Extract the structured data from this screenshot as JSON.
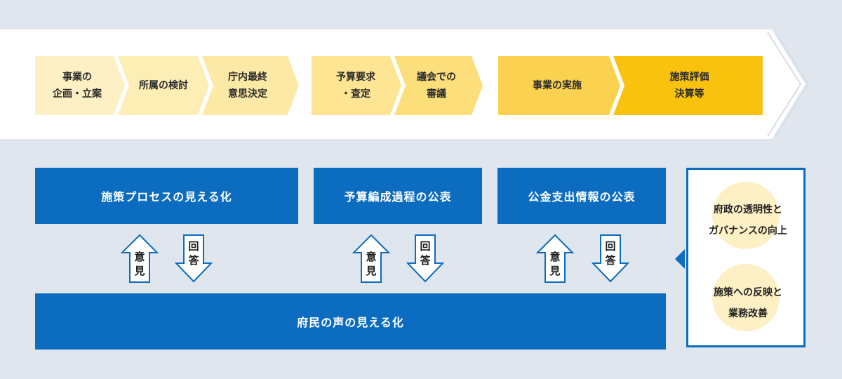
{
  "process_steps": [
    {
      "label": "事業の\n企画・立案",
      "color": "#fdf0c4"
    },
    {
      "label": "所属の検討",
      "color": "#fdeeb6"
    },
    {
      "label": "庁内最終\n意思決定",
      "color": "#fde9a6"
    },
    {
      "label": "予算要求\n・査定",
      "color": "#fde593"
    },
    {
      "label": "議会での\n審議",
      "color": "#fcde7a"
    },
    {
      "label": "事業の実施",
      "color": "#fbd24f"
    },
    {
      "label": "施策評価\n決算等",
      "color": "#f9c20e"
    }
  ],
  "boxes": {
    "process_visibility": "施策プロセスの見える化",
    "budget_publication": "予算編成過程の公表",
    "expenditure_publication": "公金支出情報の公表",
    "citizen_voice": "府民の声の見える化"
  },
  "arrows": {
    "opinion": "意見",
    "answer": "回答"
  },
  "outcomes": {
    "transparency": "府政の透明性と\nガバナンスの向上",
    "reflection": "施策への反映と\n業務改善"
  },
  "colors": {
    "blue": "#0b6cc0",
    "background": "#dfe6ee",
    "band": "#ffffff",
    "circle": "#fdf0c4"
  }
}
